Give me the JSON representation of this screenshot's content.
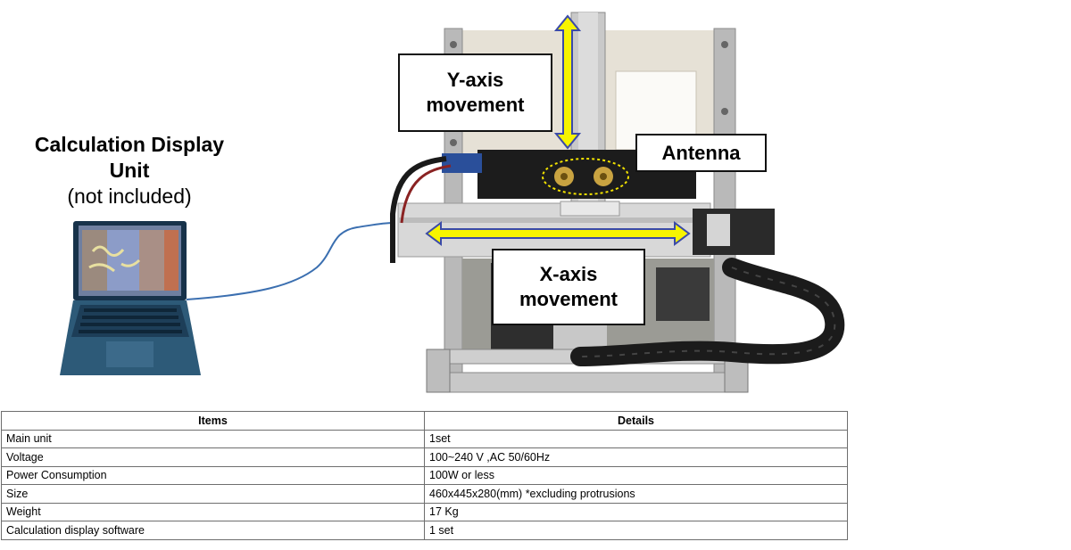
{
  "callout": {
    "title_line1": "Calculation Display",
    "title_line2": "Unit",
    "subtitle": "(not included)"
  },
  "labels": {
    "y_axis_line1": "Y-axis",
    "y_axis_line2": "movement",
    "antenna": "Antenna",
    "x_axis_line1": "X-axis",
    "x_axis_line2": "movement"
  },
  "colors": {
    "arrow_fill": "#f7f400",
    "arrow_stroke": "#3a4aa8",
    "laptop_body": "#2d5a78",
    "cable": "#3b6fb0"
  },
  "table": {
    "headers": [
      "Items",
      "Details"
    ],
    "rows": [
      [
        "Main unit",
        "1set"
      ],
      [
        "Voltage",
        "100~240 V ,AC 50/60Hz"
      ],
      [
        "Power Consumption",
        "100W or less"
      ],
      [
        "Size",
        "460x445x280(mm) *excluding protrusions"
      ],
      [
        "Weight",
        "17 Kg"
      ],
      [
        "Calculation display software",
        "1 set"
      ]
    ]
  }
}
